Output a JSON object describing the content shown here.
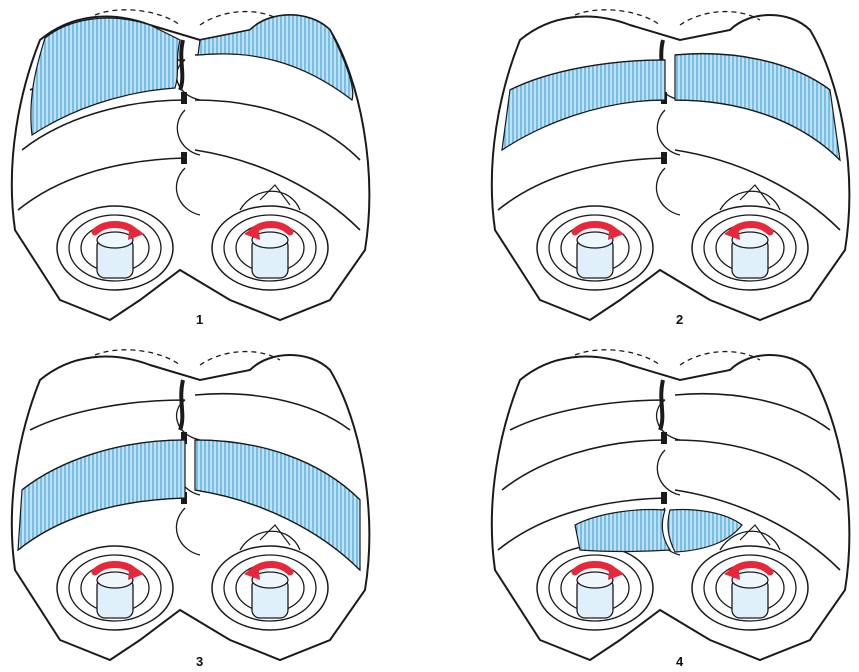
{
  "panels": [
    {
      "label": "1",
      "pocket": "top"
    },
    {
      "label": "2",
      "pocket": "upper-middle"
    },
    {
      "label": "3",
      "pocket": "lower-middle"
    },
    {
      "label": "4",
      "pocket": "bottom"
    }
  ],
  "colors": {
    "outline": "#1a1a1a",
    "rotor_fill": "#ffffff",
    "pocket_fill": "#bfe3f5",
    "pocket_hatch": "#3b9fd8",
    "arrow": "#e8283a",
    "shaft_fill": "#dff0fa"
  },
  "icons": {
    "rotation_arrow": "curved-arrow-icon"
  }
}
